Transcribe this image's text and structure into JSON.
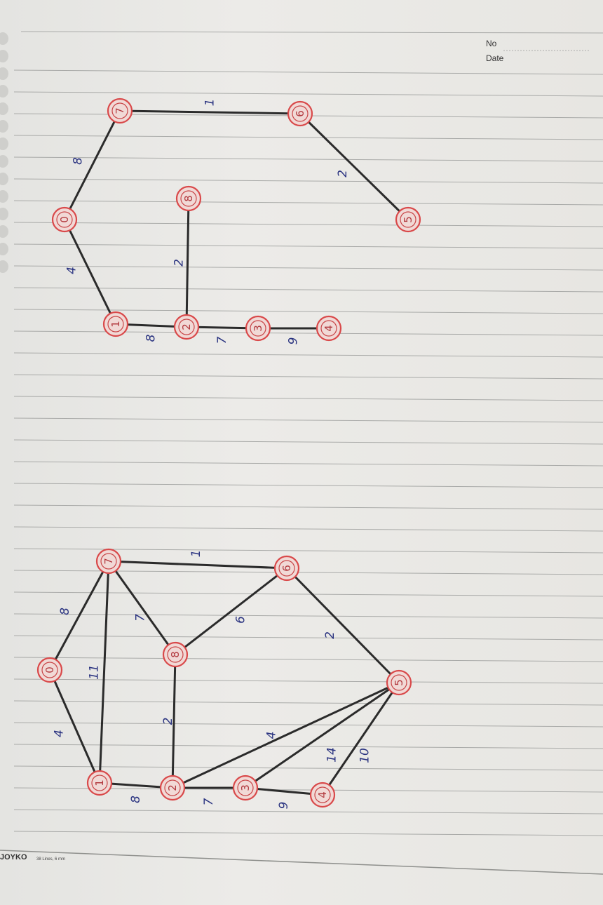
{
  "notebook": {
    "brand": "JOYKO",
    "brand_sub": "38 Lines, 6 mm",
    "no_label": "No",
    "date_label": "Date"
  },
  "graphs": [
    {
      "id": "full-graph",
      "nodes": [
        {
          "id": "n0",
          "label": "0"
        },
        {
          "id": "n1",
          "label": "1"
        },
        {
          "id": "n2",
          "label": "2"
        },
        {
          "id": "n3",
          "label": "3"
        },
        {
          "id": "n4",
          "label": "4"
        },
        {
          "id": "n5",
          "label": "5"
        },
        {
          "id": "n6",
          "label": "6"
        },
        {
          "id": "n7",
          "label": "7"
        },
        {
          "id": "n8",
          "label": "8"
        }
      ],
      "edges": [
        {
          "from": "n0",
          "to": "n1",
          "weight": "4"
        },
        {
          "from": "n0",
          "to": "n7",
          "weight": "8"
        },
        {
          "from": "n1",
          "to": "n7",
          "weight": "11"
        },
        {
          "from": "n1",
          "to": "n2",
          "weight": "8"
        },
        {
          "from": "n7",
          "to": "n6",
          "weight": "1"
        },
        {
          "from": "n7",
          "to": "n8",
          "weight": "7"
        },
        {
          "from": "n8",
          "to": "n6",
          "weight": "6"
        },
        {
          "from": "n8",
          "to": "n2",
          "weight": "2"
        },
        {
          "from": "n2",
          "to": "n5",
          "weight": "4"
        },
        {
          "from": "n2",
          "to": "n3",
          "weight": "7"
        },
        {
          "from": "n3",
          "to": "n5",
          "weight": "14"
        },
        {
          "from": "n3",
          "to": "n4",
          "weight": "9"
        },
        {
          "from": "n4",
          "to": "n5",
          "weight": "10"
        },
        {
          "from": "n6",
          "to": "n5",
          "weight": "2"
        }
      ]
    },
    {
      "id": "spanning-tree",
      "nodes": [
        {
          "id": "n0",
          "label": "0"
        },
        {
          "id": "n1",
          "label": "1"
        },
        {
          "id": "n2",
          "label": "2"
        },
        {
          "id": "n3",
          "label": "3"
        },
        {
          "id": "n4",
          "label": "4"
        },
        {
          "id": "n5",
          "label": "5"
        },
        {
          "id": "n6",
          "label": "6"
        },
        {
          "id": "n7",
          "label": "7"
        },
        {
          "id": "n8",
          "label": "8"
        }
      ],
      "edges": [
        {
          "from": "n0",
          "to": "n1",
          "weight": "4"
        },
        {
          "from": "n0",
          "to": "n7",
          "weight": "8"
        },
        {
          "from": "n7",
          "to": "n6",
          "weight": "1"
        },
        {
          "from": "n6",
          "to": "n5",
          "weight": "2"
        },
        {
          "from": "n1",
          "to": "n2",
          "weight": "8"
        },
        {
          "from": "n2",
          "to": "n8",
          "weight": "2"
        },
        {
          "from": "n2",
          "to": "n3",
          "weight": "7"
        },
        {
          "from": "n3",
          "to": "n4",
          "weight": "9"
        }
      ]
    }
  ]
}
